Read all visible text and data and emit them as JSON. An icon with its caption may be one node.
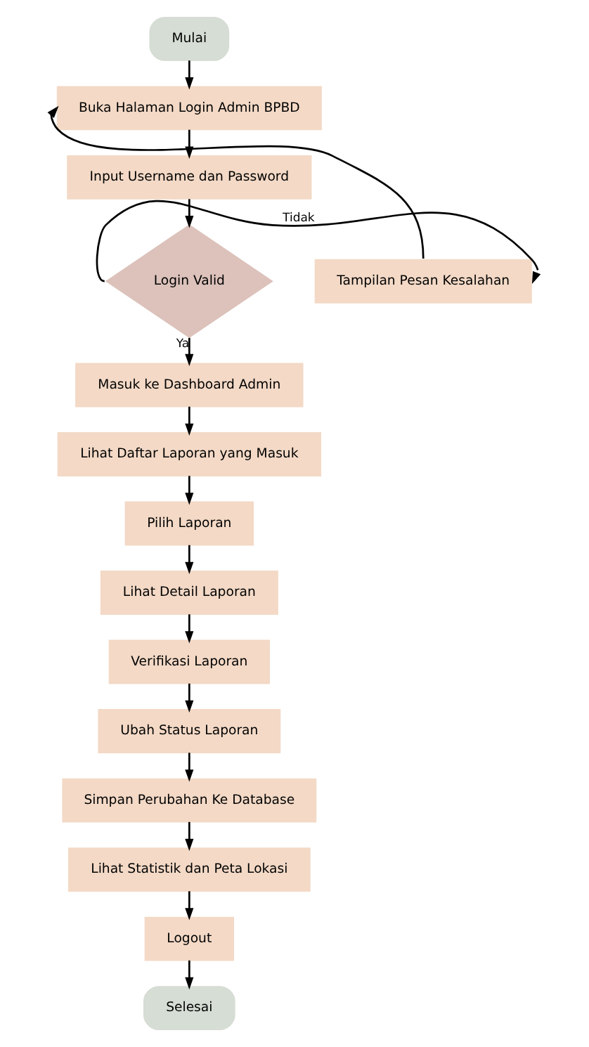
{
  "diagram": {
    "nodes": [
      {
        "text": [
          "Mulai"
        ]
      },
      {
        "text": [
          "Buka Halaman Login Admin BPBD"
        ]
      },
      {
        "text": [
          "Input Username dan Password"
        ]
      },
      {
        "text": [
          "Login Valid"
        ]
      },
      {
        "text": [
          "Tampilan Pesan Kesalahan"
        ]
      },
      {
        "text": [
          "Masuk ke Dashboard Admin"
        ]
      },
      {
        "text": [
          "Lihat Daftar Laporan yang Masuk"
        ]
      },
      {
        "text": [
          "Pilih Laporan"
        ]
      },
      {
        "text": [
          "Lihat Detail Laporan"
        ]
      },
      {
        "text": [
          "Verifikasi Laporan"
        ]
      },
      {
        "text": [
          "Ubah Status Laporan"
        ]
      },
      {
        "text": [
          "Simpan Perubahan Ke Database"
        ]
      },
      {
        "text": [
          "Lihat Statistik dan Peta Lokasi"
        ]
      },
      {
        "text": [
          "Logout"
        ]
      },
      {
        "text": [
          "Selesai"
        ]
      }
    ],
    "edges": [
      {
        "from": 0,
        "to": 1,
        "arrow": "to"
      },
      {
        "from": 1,
        "to": 2,
        "arrow": "to"
      },
      {
        "from": 2,
        "to": 3,
        "arrow": "to"
      },
      {
        "from": 3,
        "to": 4,
        "label": "Tidak",
        "arrow": "to"
      },
      {
        "from": 4,
        "to": 1,
        "arrow": "to"
      },
      {
        "from": 3,
        "to": 5,
        "label": "Ya",
        "arrow": "to"
      },
      {
        "from": 5,
        "to": 6,
        "arrow": "to"
      },
      {
        "from": 6,
        "to": 7,
        "arrow": "to"
      },
      {
        "from": 7,
        "to": 8,
        "arrow": "to"
      },
      {
        "from": 8,
        "to": 9,
        "arrow": "to"
      },
      {
        "from": 9,
        "to": 10,
        "arrow": "to"
      },
      {
        "from": 10,
        "to": 11,
        "arrow": "to"
      },
      {
        "from": 11,
        "to": 12,
        "arrow": "to"
      },
      {
        "from": 12,
        "to": 13,
        "arrow": "to"
      },
      {
        "from": 13,
        "to": 14,
        "arrow": "to"
      }
    ]
  }
}
